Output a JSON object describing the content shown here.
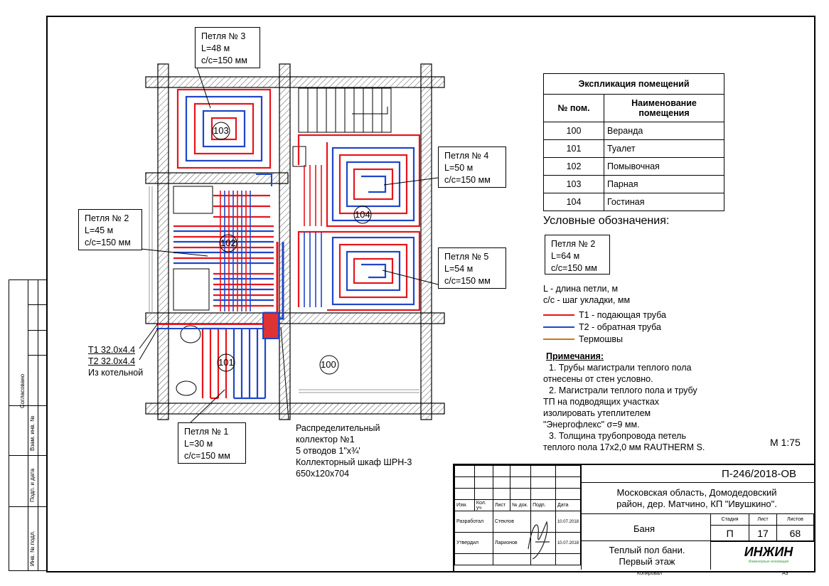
{
  "loops": {
    "loop3": {
      "name": "Петля № 3",
      "length": "L=48 м",
      "step": "с/с=150 мм"
    },
    "loop4": {
      "name": "Петля № 4",
      "length": "L=50 м",
      "step": "с/с=150 мм"
    },
    "loop2": {
      "name": "Петля № 2",
      "length": "L=45 м",
      "step": "с/с=150 мм"
    },
    "loop5": {
      "name": "Петля № 5",
      "length": "L=54 м",
      "step": "с/с=150 мм"
    },
    "loop1": {
      "name": "Петля № 1",
      "length": "L=30 м",
      "step": "с/с=150 мм"
    }
  },
  "rooms": {
    "r100": "100",
    "r101": "101",
    "r102": "102",
    "r103": "103",
    "r104": "104"
  },
  "inlet": {
    "t1": "Т1 32.0x4.4",
    "t2": "Т2 32.0x4.4",
    "from": "Из котельной"
  },
  "collector": {
    "line1": "Распределительный",
    "line2": "коллектор №1",
    "line3": "5 отводов 1\"x¾'",
    "line4": "Коллекторный шкаф ШРН-3",
    "line5": "650x120x704"
  },
  "explication": {
    "title": "Экспликация помещений",
    "col_num": "№ пом.",
    "col_name": "Наименование помещения",
    "rows": [
      {
        "num": "100",
        "name": "Веранда"
      },
      {
        "num": "101",
        "name": "Туалет"
      },
      {
        "num": "102",
        "name": "Помывочная"
      },
      {
        "num": "103",
        "name": "Парная"
      },
      {
        "num": "104",
        "name": "Гостиная"
      }
    ]
  },
  "legend": {
    "title": "Условные обозначения:",
    "sample": {
      "name": "Петля № 2",
      "length": "L=64 м",
      "step": "с/с=150 мм"
    },
    "desc_l": "L - длина петли, м",
    "desc_cc": "с/с - шаг укладки, мм",
    "t1": "Т1 - подающая труба",
    "t2": "Т2 - обратная труба",
    "mat": "Термошвы",
    "colors": {
      "supply": "#e8141c",
      "return": "#1f46c8",
      "mat": "#c8781e"
    }
  },
  "notes": {
    "title": "Примечания:",
    "n1a": "1.    Трубы магистрали теплого пола",
    "n1b": "отнесены от стен условно.",
    "n2a": "2.    Магистрали теплого пола и трубу",
    "n2b": "ТП на подводящих участках",
    "n2c": "изолировать утеплителем",
    "n2d": "\"Энергофлекс\" σ=9 мм.",
    "n3a": "3.    Толщина трубопровода петель",
    "n3b": "теплого пола 17x2,0 мм RAUTHERM S."
  },
  "scale": "М 1:75",
  "stamp": {
    "code": "П-246/2018-ОВ",
    "address1": "Московская область, Домодедовский",
    "address2": "район, дер. Матчино, КП \"Ивушкино\".",
    "object": "Баня",
    "sheet_title1": "Теплый пол бани.",
    "sheet_title2": "Первый этаж",
    "stage_h": "Стадия",
    "sheet_h": "Лист",
    "sheets_h": "Листов",
    "stage": "П",
    "sheet": "17",
    "sheets": "68",
    "col_izm": "Изм.",
    "col_kol": "Кол. уч",
    "col_list": "Лист",
    "col_doc": "№ док.",
    "col_sign": "Подп.",
    "col_date": "Дата",
    "role1": "Разработал",
    "name1": "Стеклов",
    "date1": "10.07.2018",
    "role2": "Утвердил",
    "name2": "Ларионов",
    "date2": "10.07.2018",
    "logo": "ИНЖИН",
    "logo_sub": "Инженерные инновации",
    "copied": "Копировал",
    "format": "А3"
  },
  "sidebar": {
    "agreed": "Согласовано",
    "inv_zam": "Взам. инв. №",
    "sign_date": "Подп. и дата",
    "inv_orig": "Инв. № подл."
  }
}
